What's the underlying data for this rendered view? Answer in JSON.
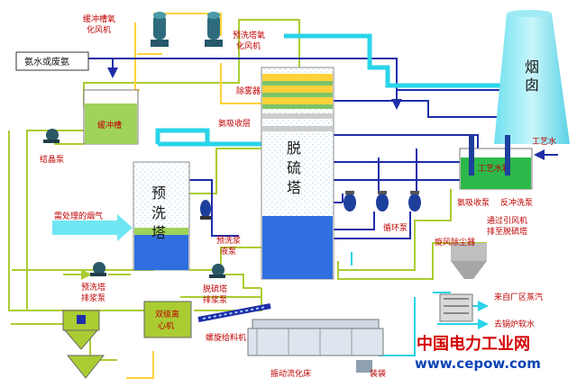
{
  "labels": {
    "buffer_fan": "缓冲槽氧",
    "buffer_fan2": "化风机",
    "prewash_fan": "预洗塔氧",
    "prewash_fan2": "化风机",
    "ammonia": "氨水或废氨",
    "buffer_tank": "缓冲槽",
    "crystal_pump": "结晶泵",
    "flue_gas": "需处理的烟气",
    "prewash_tower": "预\n洗\n塔",
    "prewash_slurry_pump": "预洗浆",
    "prewash_slurry_pump2": "液泵",
    "prewash_discharge": "预洗塔",
    "prewash_discharge2": "排浆泵",
    "desulf_discharge": "脱硫塔",
    "desulf_discharge2": "排浆泵",
    "mist_eliminator": "除雾器",
    "ammonia_absorb": "氨吸收层",
    "desulf_tower": "脱\n硫\n塔",
    "circulation_pump": "循环泵",
    "chimney": "烟\n囱",
    "process_water_tank": "工艺水箱",
    "process_water": "工艺水",
    "ammonia_pump": "氨吸收泵",
    "flush_pump": "反冲洗泵",
    "cyclone": "旋风除尘器",
    "to_fan": "通过引风机",
    "to_fan2": "排至脱硫塔",
    "steam_from": "来自厂区蒸汽",
    "to_boiler": "去锅炉软水",
    "centrifuge": "双级离",
    "centrifuge2": "心机",
    "screw_feeder": "螺旋给料机",
    "vib_bed": "振动流化床",
    "bagging": "装袋"
  },
  "watermark": {
    "name": "中国电力工业网",
    "url": "www.cepow.com"
  },
  "colors": {
    "blue": "#1f2ea8",
    "cyan": "#2ad4e8",
    "green": "#aacc33",
    "yellow": "#ffd23a",
    "tank_blue": "#2f6fe0",
    "tank_green": "#9fd35a"
  }
}
